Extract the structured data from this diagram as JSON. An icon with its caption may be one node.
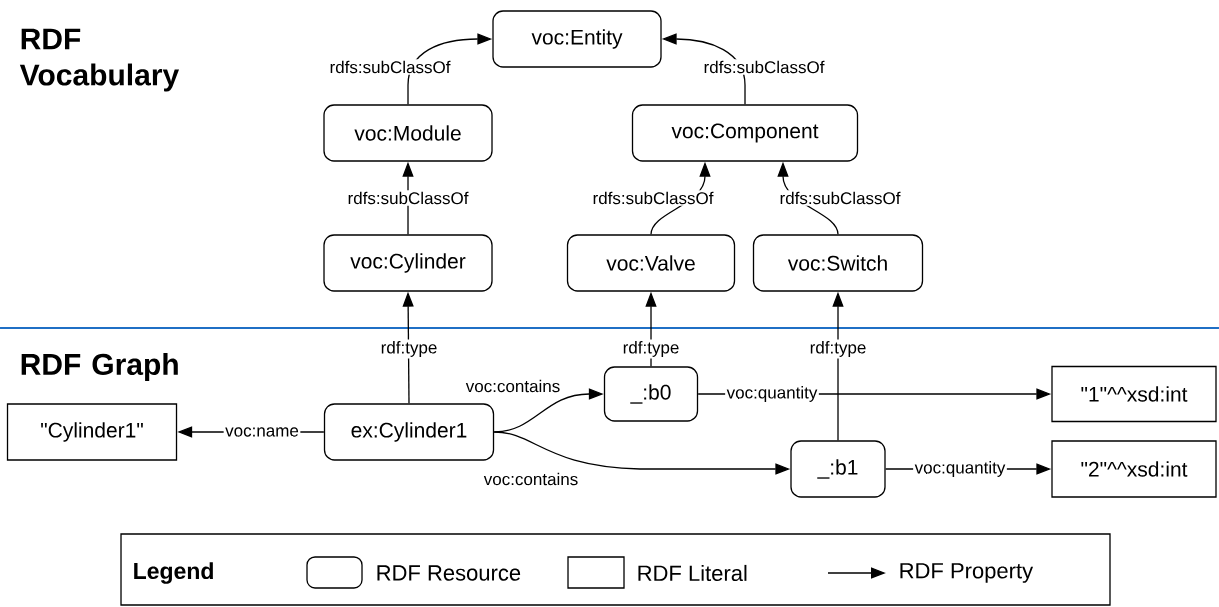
{
  "diagram": {
    "nodes": [
      {
        "text": [
          "voc:Entity"
        ]
      },
      {
        "text": [
          "voc:Module"
        ]
      },
      {
        "text": [
          "voc:Component"
        ]
      },
      {
        "text": [
          "voc:Cylinder"
        ]
      },
      {
        "text": [
          "voc:Valve"
        ]
      },
      {
        "text": [
          "voc:Switch"
        ]
      },
      {
        "text": [
          "_:b0"
        ]
      },
      {
        "text": [
          "\"1\"^^xsd:int"
        ]
      },
      {
        "text": [
          "\"Cylinder1\""
        ]
      },
      {
        "text": [
          "ex:Cylinder1"
        ]
      },
      {
        "text": [
          "_:b1"
        ]
      },
      {
        "text": [
          "\"2\"^^xsd:int"
        ]
      }
    ],
    "edges": [
      {
        "from": 1,
        "to": 0,
        "arrow": "to",
        "label": "rdfs:subClassOf"
      },
      {
        "from": 2,
        "to": 0,
        "arrow": "to",
        "label": "rdfs:subClassOf"
      },
      {
        "from": 3,
        "to": 1,
        "arrow": "to",
        "label": "rdfs:subClassOf"
      },
      {
        "from": 4,
        "to": 2,
        "arrow": "to",
        "label": "rdfs:subClassOf"
      },
      {
        "from": 5,
        "to": 2,
        "arrow": "to",
        "label": "rdfs:subClassOf"
      },
      {
        "from": 9,
        "to": 3,
        "arrow": "to",
        "label": "rdf:type"
      },
      {
        "from": 6,
        "to": 4,
        "arrow": "to",
        "label": "rdf:type"
      },
      {
        "from": 10,
        "to": 5,
        "arrow": "to",
        "label": "rdf:type"
      },
      {
        "from": 9,
        "to": 8,
        "arrow": "to",
        "label": "voc:name"
      },
      {
        "from": 9,
        "to": 6,
        "arrow": "to",
        "label": "voc:contains"
      },
      {
        "from": 9,
        "to": 10,
        "arrow": "to",
        "label": "voc:contains"
      },
      {
        "from": 6,
        "to": 7,
        "arrow": "to",
        "label": "voc:quantity"
      },
      {
        "from": 10,
        "to": 11,
        "arrow": "to",
        "label": "voc:quantity"
      }
    ],
    "labels": [
      "RDF Vocabulary",
      "RDF Graph",
      "Legend"
    ],
    "legend": [
      {
        "text": "RDF Resource"
      },
      {
        "text": "RDF Literal"
      },
      {
        "text": "RDF Property"
      }
    ]
  }
}
